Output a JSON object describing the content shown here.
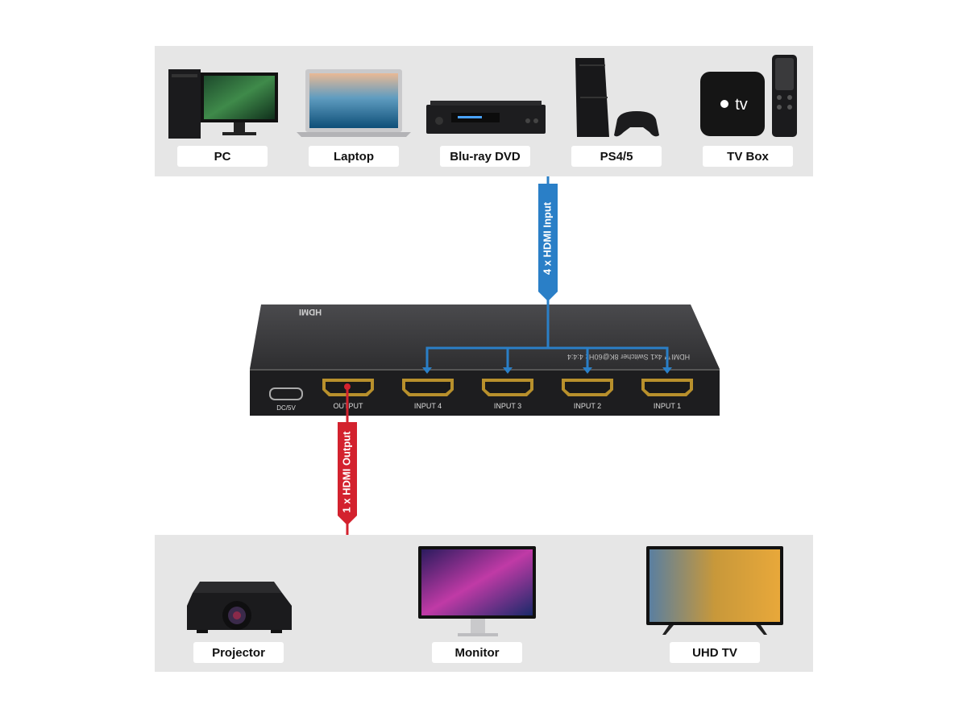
{
  "sources": [
    {
      "id": "pc",
      "label": "PC",
      "icon": "desktop-pc-icon"
    },
    {
      "id": "laptop",
      "label": "Laptop",
      "icon": "laptop-icon"
    },
    {
      "id": "bluray",
      "label": "Blu-ray DVD",
      "icon": "bluray-player-icon"
    },
    {
      "id": "ps",
      "label": "PS4/5",
      "icon": "game-console-icon"
    },
    {
      "id": "tvbox",
      "label": "TV Box",
      "icon": "tv-box-icon"
    }
  ],
  "tvbox_logo": "tv",
  "outputs": [
    {
      "id": "projector",
      "label": "Projector",
      "icon": "projector-icon"
    },
    {
      "id": "monitor",
      "label": "Monitor",
      "icon": "monitor-icon"
    },
    {
      "id": "uhdtv",
      "label": "UHD TV",
      "icon": "uhd-tv-icon"
    }
  ],
  "input_cable_label": "4 x HDMI Input",
  "output_cable_label": "1 x HDMI Output",
  "switch": {
    "brand": "HDMI",
    "model_text": "HDMI™ 4x1 Switcher 8K@60Hz 4:4:4",
    "ports": {
      "dc": "DC/5V",
      "output": "OUTPUT",
      "input4": "INPUT 4",
      "input3": "INPUT 3",
      "input2": "INPUT 2",
      "input1": "INPUT 1"
    }
  },
  "colors": {
    "input_cable": "#2a7fc7",
    "output_cable": "#d3222e",
    "panel_bg": "#e6e6e6",
    "device_body": "#2a2a2c",
    "port_gold": "#b8902c"
  }
}
